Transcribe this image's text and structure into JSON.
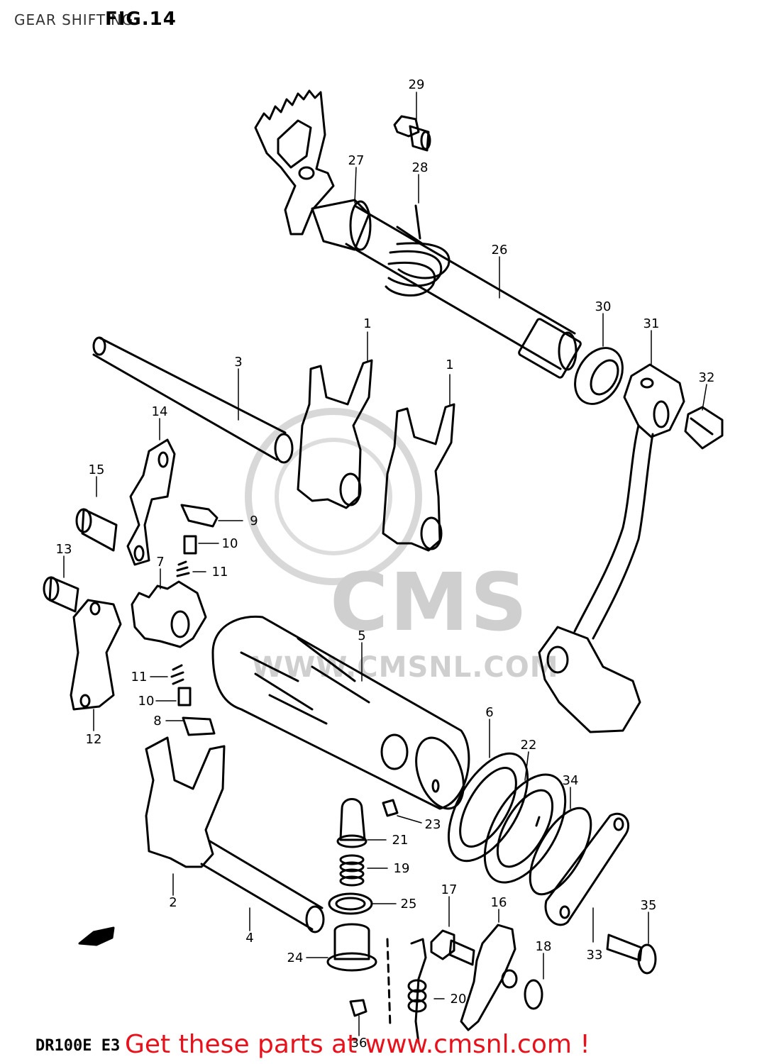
{
  "header": {
    "section_title": "GEAR SHIFTING",
    "figure_label": "FIG.14"
  },
  "footer": {
    "model_code": "DR100E E3",
    "promo_text": "Get these parts at www.cmsnl.com !"
  },
  "watermark": {
    "brand": "CMS",
    "url": "WWW.CMSNL.COM"
  },
  "direction_marker": "FWD",
  "parts": [
    {
      "id": "p1a",
      "num": "1"
    },
    {
      "id": "p1b",
      "num": "1"
    },
    {
      "id": "p2",
      "num": "2"
    },
    {
      "id": "p3",
      "num": "3"
    },
    {
      "id": "p4",
      "num": "4"
    },
    {
      "id": "p5",
      "num": "5"
    },
    {
      "id": "p6",
      "num": "6"
    },
    {
      "id": "p7",
      "num": "7"
    },
    {
      "id": "p8",
      "num": "8"
    },
    {
      "id": "p9",
      "num": "9"
    },
    {
      "id": "p10a",
      "num": "10"
    },
    {
      "id": "p10b",
      "num": "10"
    },
    {
      "id": "p11a",
      "num": "11"
    },
    {
      "id": "p11b",
      "num": "11"
    },
    {
      "id": "p12",
      "num": "12"
    },
    {
      "id": "p13",
      "num": "13"
    },
    {
      "id": "p14",
      "num": "14"
    },
    {
      "id": "p15",
      "num": "15"
    },
    {
      "id": "p16",
      "num": "16"
    },
    {
      "id": "p17",
      "num": "17"
    },
    {
      "id": "p18",
      "num": "18"
    },
    {
      "id": "p19",
      "num": "19"
    },
    {
      "id": "p20",
      "num": "20"
    },
    {
      "id": "p21",
      "num": "21"
    },
    {
      "id": "p22",
      "num": "22"
    },
    {
      "id": "p23",
      "num": "23"
    },
    {
      "id": "p24",
      "num": "24"
    },
    {
      "id": "p25",
      "num": "25"
    },
    {
      "id": "p26",
      "num": "26"
    },
    {
      "id": "p27",
      "num": "27"
    },
    {
      "id": "p28",
      "num": "28"
    },
    {
      "id": "p29",
      "num": "29"
    },
    {
      "id": "p30",
      "num": "30"
    },
    {
      "id": "p31",
      "num": "31"
    },
    {
      "id": "p32",
      "num": "32"
    },
    {
      "id": "p33",
      "num": "33"
    },
    {
      "id": "p34",
      "num": "34"
    },
    {
      "id": "p35",
      "num": "35"
    },
    {
      "id": "p36",
      "num": "36"
    }
  ]
}
